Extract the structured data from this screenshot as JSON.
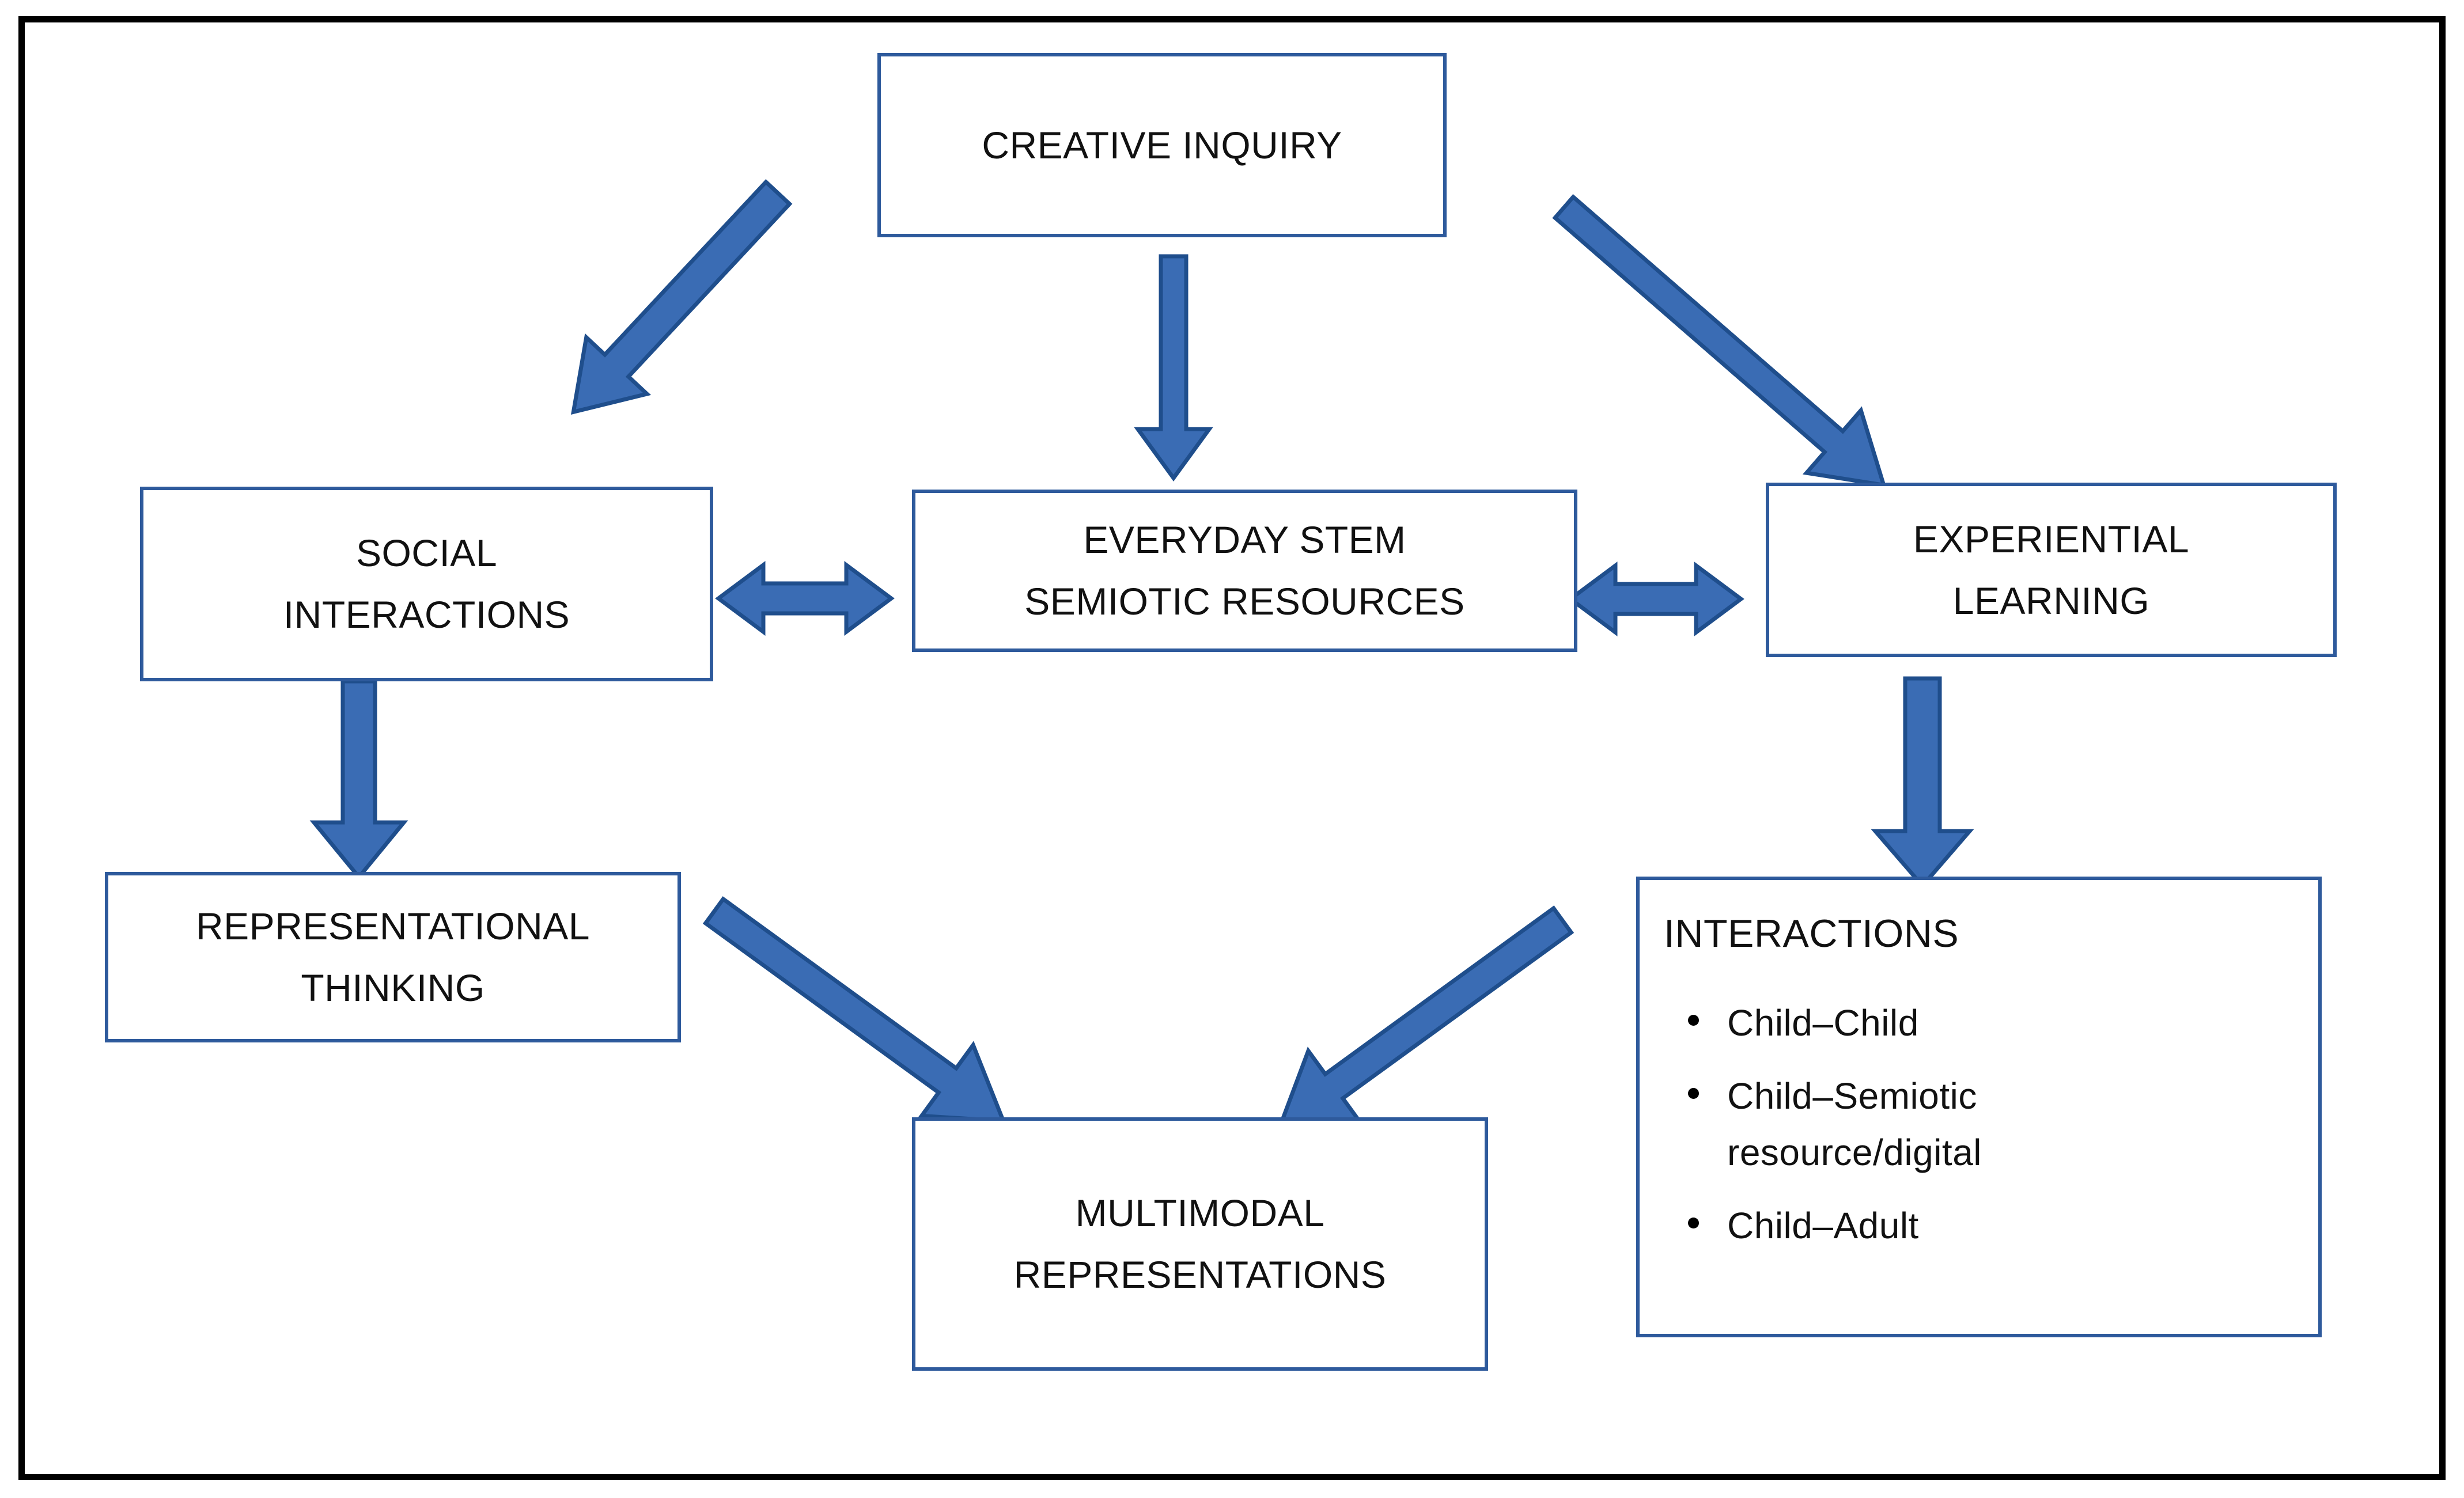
{
  "diagram": {
    "title": "Creative Inquiry conceptual framework",
    "accent_color": "#2E5A9C",
    "arrow_fill": "#3A6CB4",
    "arrow_stroke": "#1F4E8C",
    "frame_color": "#000000",
    "background": "#FFFFFF"
  },
  "nodes": {
    "creative_inquiry": {
      "label": "CREATIVE INQUIRY"
    },
    "social_interactions": {
      "line1": "SOCIAL",
      "line2": "INTERACTIONS"
    },
    "everyday_stem": {
      "line1": "EVERYDAY STEM",
      "line2": "SEMIOTIC RESOURCES"
    },
    "experiential_learning": {
      "line1": "EXPERIENTIAL",
      "line2": "LEARNING"
    },
    "representational_thinking": {
      "line1": "REPRESENTATIONAL",
      "line2": "THINKING"
    },
    "multimodal_representations": {
      "line1": "MULTIMODAL",
      "line2": "REPRESENTATIONS"
    },
    "interactions": {
      "title": "INTERACTIONS",
      "bullets": [
        "Child–Child",
        "Child–Semiotic resource/digital",
        "Child–Adult"
      ]
    }
  },
  "edges": [
    {
      "from": "creative_inquiry",
      "to": "social_interactions",
      "style": "single-arrow-diagonal"
    },
    {
      "from": "creative_inquiry",
      "to": "everyday_stem",
      "style": "single-arrow-down"
    },
    {
      "from": "creative_inquiry",
      "to": "experiential_learning",
      "style": "single-arrow-diagonal"
    },
    {
      "from": "social_interactions",
      "to": "everyday_stem",
      "style": "double-arrow-horizontal"
    },
    {
      "from": "everyday_stem",
      "to": "experiential_learning",
      "style": "double-arrow-horizontal"
    },
    {
      "from": "social_interactions",
      "to": "representational_thinking",
      "style": "single-arrow-down"
    },
    {
      "from": "experiential_learning",
      "to": "interactions",
      "style": "single-arrow-down"
    },
    {
      "from": "representational_thinking",
      "to": "multimodal_representations",
      "style": "single-arrow-diagonal"
    },
    {
      "from": "interactions",
      "to": "multimodal_representations",
      "style": "single-arrow-diagonal"
    }
  ]
}
